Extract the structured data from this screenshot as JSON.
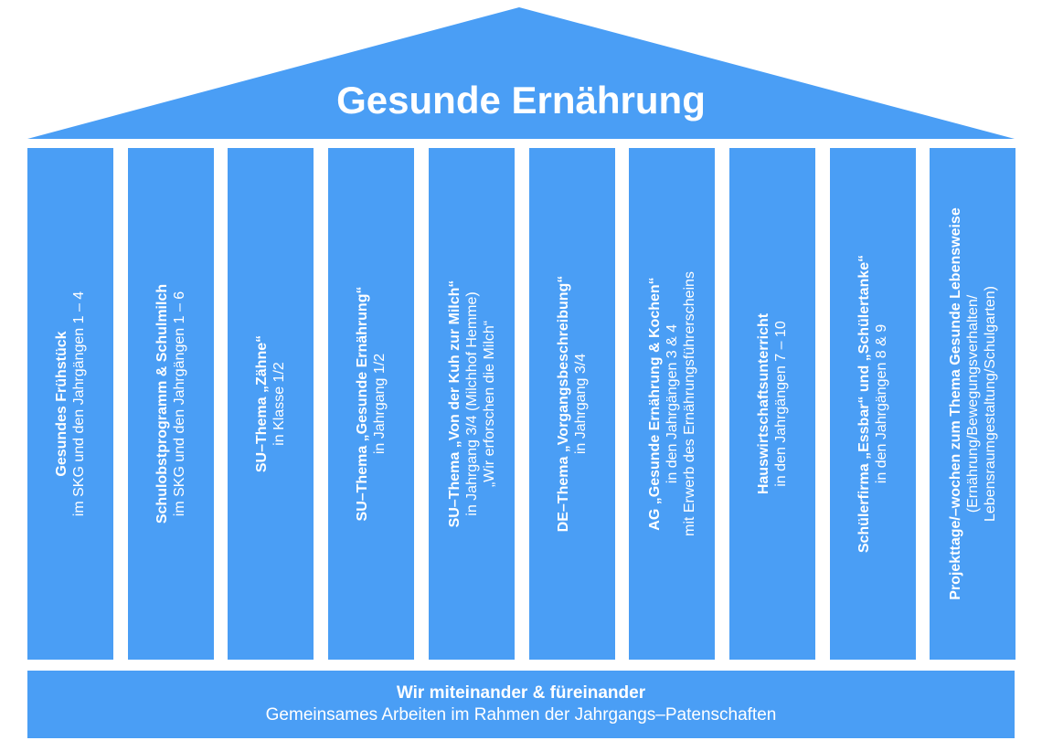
{
  "colors": {
    "primary": "#4a9ef5",
    "text": "#ffffff",
    "background": "#ffffff"
  },
  "roof": {
    "title": "Gesunde Ernährung"
  },
  "pillars": [
    {
      "title": "Gesundes Frühstück",
      "lines": [
        "im SKG und den Jahrgängen 1 – 4"
      ]
    },
    {
      "title": "Schulobstprogramm & Schulmilch",
      "lines": [
        "im SKG und den Jahrgängen 1 – 6"
      ]
    },
    {
      "title": "SU–Thema „Zähne“",
      "lines": [
        "in Klasse 1/2"
      ]
    },
    {
      "title": "SU–Thema „Gesunde Ernährung“",
      "lines": [
        "in Jahrgang 1/2"
      ]
    },
    {
      "title": "SU–Thema „Von der Kuh zur Milch“",
      "lines": [
        "in Jahrgang 3/4 (Milchhof Hemme)",
        "„Wir erforschen die Milch“"
      ]
    },
    {
      "title": "DE–Thema „Vorgangsbeschreibung“",
      "lines": [
        "in Jahrgang 3/4"
      ]
    },
    {
      "title": "AG „Gesunde Ernährung & Kochen“",
      "lines": [
        "in den Jahrgängen 3 & 4",
        "mit Erwerb des Ernährungsführerscheins"
      ]
    },
    {
      "title": "Hauswirtschaftsunterricht",
      "lines": [
        "in den Jahrgängen 7 – 10"
      ]
    },
    {
      "title": "Schülerfirma „Essbar“ und „Schülertanke“",
      "lines": [
        "in den Jahrgängen 8 & 9"
      ]
    },
    {
      "title": "Projekttage/–wochen zum Thema Gesunde Lebensweise",
      "lines": [
        "(Ernährung/Bewegungsverhalten/",
        "Lebensraumgestaltung/Schulgarten)"
      ]
    }
  ],
  "base": {
    "title": "Wir miteinander & füreinander",
    "subtitle": "Gemeinsames Arbeiten im Rahmen der Jahrgangs–Patenschaften"
  }
}
